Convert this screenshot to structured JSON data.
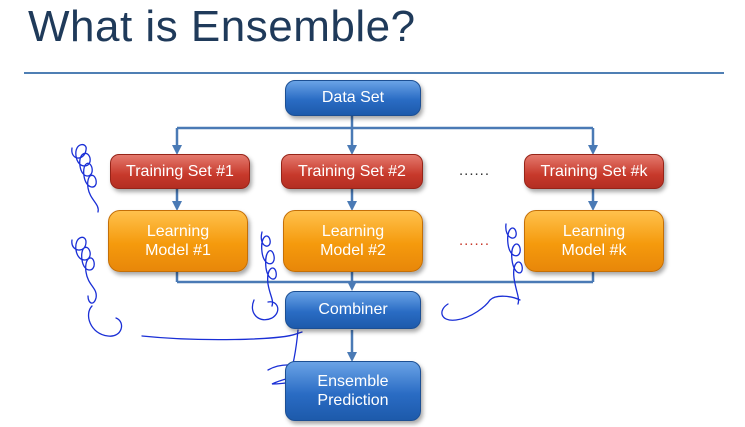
{
  "title": "What is Ensemble?",
  "diagram": {
    "data_set": "Data Set",
    "training_sets": [
      "Training Set #1",
      "Training Set #2",
      "Training Set #k"
    ],
    "learning_models": [
      {
        "line1": "Learning",
        "line2": "Model #1"
      },
      {
        "line1": "Learning",
        "line2": "Model #2"
      },
      {
        "line1": "Learning",
        "line2": "Model #k"
      }
    ],
    "ellipsis": "......",
    "combiner": "Combiner",
    "prediction": {
      "line1": "Ensemble",
      "line2": "Prediction"
    }
  },
  "colors": {
    "title": "#1f3a5a",
    "rule": "#4f7fb4",
    "blue_box": "#2a6cc4",
    "red_box": "#c7392b",
    "orange_box": "#f59a0c",
    "arrow": "#4a7ab5",
    "ink_annotation": "#1a2fd6"
  }
}
